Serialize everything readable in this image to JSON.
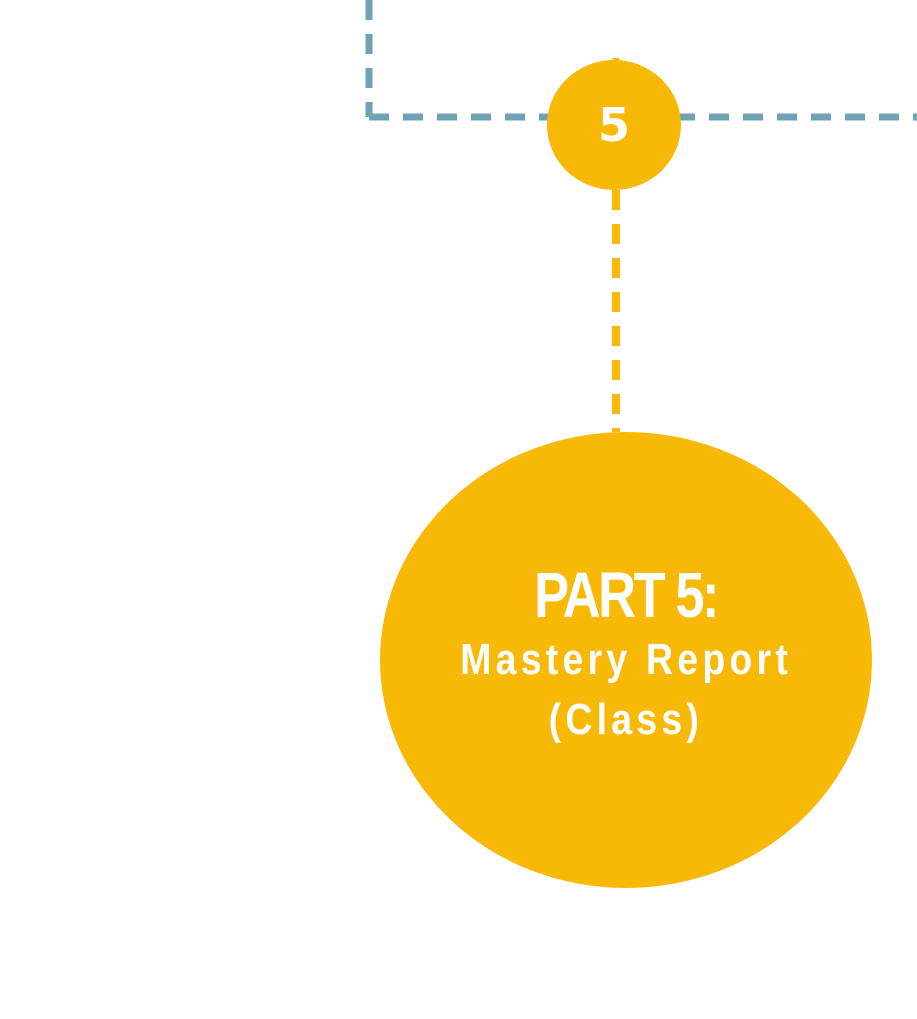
{
  "colors": {
    "accent": "#F7B905",
    "connector": "#6FA3B3",
    "text": "#FFFFFF",
    "background": "#FFFFFF"
  },
  "step": {
    "number": "5"
  },
  "part": {
    "title": "PART 5:",
    "line1": "Mastery Report",
    "line2": "(Class)"
  }
}
